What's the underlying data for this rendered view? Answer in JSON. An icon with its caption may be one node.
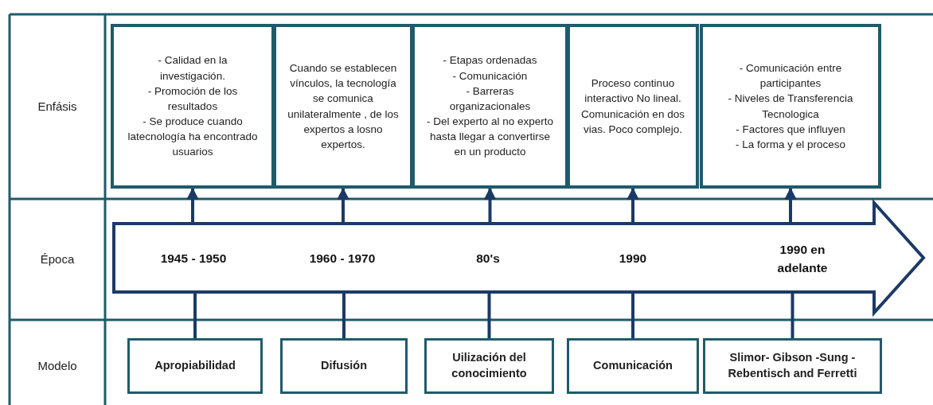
{
  "diagram": {
    "nodes": [
      {
        "text": [
          "- Calidad en la investigación.",
          "- Promoción de los resultados",
          "- Se produce cuando latecnología ha encontrado usuarios"
        ]
      },
      {
        "text": [
          "Cuando se establecen vínculos, la tecnología se comunica unilateralmente , de los expertos a losno expertos."
        ]
      },
      {
        "text": [
          "- Etapas ordenadas",
          "- Comunicación",
          "- Barreras organizacionales",
          "- Del experto al no experto hasta llegar a convertirse en un producto"
        ]
      },
      {
        "text": [
          "Proceso continuo interactivo No lineal. Comunicación en dos vias. Poco complejo."
        ]
      },
      {
        "text": [
          "- Comunicación entre participantes",
          "- Niveles de Transferencia Tecnologica",
          "- Factores que influyen",
          "- La forma y el proceso"
        ]
      },
      {
        "text": [
          "1945 - 1950",
          "1960 - 1970",
          "80's",
          "1990",
          "1990 en adelante"
        ]
      },
      {
        "text": [
          "Apropiabilidad"
        ]
      },
      {
        "text": [
          "Difusión"
        ]
      },
      {
        "text": [
          "Uilización del conocimiento"
        ]
      },
      {
        "text": [
          "Comunicación"
        ]
      },
      {
        "text": [
          "Slimor- Gibson -Sung - Rebentisch and Ferretti"
        ]
      }
    ],
    "edges": [
      {
        "from": 6,
        "to": 5,
        "arrow": "none"
      },
      {
        "from": 5,
        "to": 0,
        "arrow": "to"
      },
      {
        "from": 7,
        "to": 5,
        "arrow": "none"
      },
      {
        "from": 5,
        "to": 1,
        "arrow": "to"
      },
      {
        "from": 8,
        "to": 5,
        "arrow": "none"
      },
      {
        "from": 5,
        "to": 2,
        "arrow": "to"
      },
      {
        "from": 9,
        "to": 5,
        "arrow": "none"
      },
      {
        "from": 5,
        "to": 3,
        "arrow": "to"
      },
      {
        "from": 10,
        "to": 5,
        "arrow": "none"
      },
      {
        "from": 5,
        "to": 4,
        "arrow": "to"
      }
    ],
    "labels": [
      "Enfásis",
      "Época",
      "Modelo"
    ]
  }
}
